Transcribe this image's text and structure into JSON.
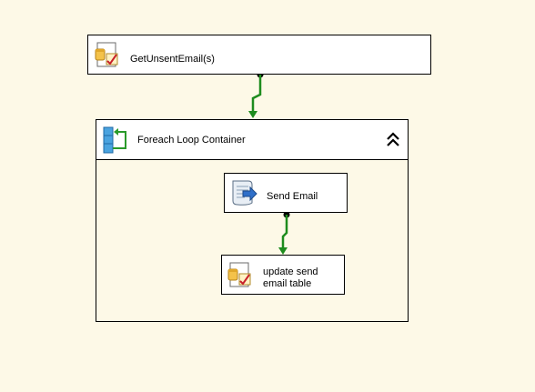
{
  "canvas": {
    "background": "#fdf9e7",
    "connector_color": "#1e8c1e"
  },
  "tasks": {
    "get_unsent": {
      "label": "GetUnsentEmail(s)",
      "icon": "sql-task-icon"
    },
    "send_email": {
      "label": "Send Email",
      "icon": "script-task-icon"
    },
    "update_table": {
      "label_line1": "update send",
      "label_line2": "email table",
      "icon": "sql-task-icon"
    }
  },
  "container": {
    "title": "Foreach Loop Container",
    "icon": "foreach-loop-icon",
    "collapse_icon": "double-chevron-up-icon"
  }
}
